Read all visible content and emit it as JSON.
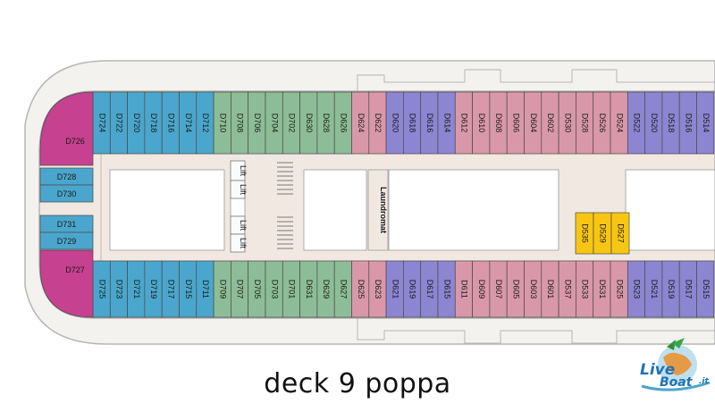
{
  "caption": "deck 9 poppa",
  "logo": {
    "text_live": "Live",
    "text_boat": "Boat",
    "text_it": ".it"
  },
  "labels": {
    "lift": "Lift",
    "laundromat": "Laundromat"
  },
  "colors": {
    "magenta": "#c6418f",
    "blue": "#4aa6cc",
    "green": "#8dbd96",
    "pink": "#d998a9",
    "purple": "#8c85d1",
    "yellow": "#f7c613",
    "corridor": "#f1e8e1",
    "hull": "#f3f2ef"
  },
  "cabins": {
    "top_row": [
      {
        "id": "D724",
        "c": "blue"
      },
      {
        "id": "D722",
        "c": "blue"
      },
      {
        "id": "D720",
        "c": "blue"
      },
      {
        "id": "D718",
        "c": "blue"
      },
      {
        "id": "D716",
        "c": "blue"
      },
      {
        "id": "D714",
        "c": "blue"
      },
      {
        "id": "D712",
        "c": "blue"
      },
      {
        "id": "D710",
        "c": "green"
      },
      {
        "id": "D708",
        "c": "green"
      },
      {
        "id": "D706",
        "c": "green"
      },
      {
        "id": "D704",
        "c": "green"
      },
      {
        "id": "D702",
        "c": "green"
      },
      {
        "id": "D630",
        "c": "green"
      },
      {
        "id": "D628",
        "c": "green"
      },
      {
        "id": "D626",
        "c": "green"
      },
      {
        "id": "D624",
        "c": "pink"
      },
      {
        "id": "D622",
        "c": "pink"
      },
      {
        "id": "D620",
        "c": "purple"
      },
      {
        "id": "D618",
        "c": "purple"
      },
      {
        "id": "D616",
        "c": "purple"
      },
      {
        "id": "D614",
        "c": "purple"
      },
      {
        "id": "D612",
        "c": "pink"
      },
      {
        "id": "D610",
        "c": "pink"
      },
      {
        "id": "D608",
        "c": "pink"
      },
      {
        "id": "D606",
        "c": "pink"
      },
      {
        "id": "D604",
        "c": "pink"
      },
      {
        "id": "D602",
        "c": "pink"
      },
      {
        "id": "D530",
        "c": "pink"
      },
      {
        "id": "D528",
        "c": "pink"
      },
      {
        "id": "D526",
        "c": "pink"
      },
      {
        "id": "D524",
        "c": "pink"
      },
      {
        "id": "D522",
        "c": "purple"
      },
      {
        "id": "D520",
        "c": "purple"
      },
      {
        "id": "D518",
        "c": "purple"
      },
      {
        "id": "D516",
        "c": "purple"
      },
      {
        "id": "D514",
        "c": "purple"
      }
    ],
    "bottom_row": [
      {
        "id": "D725",
        "c": "blue"
      },
      {
        "id": "D723",
        "c": "blue"
      },
      {
        "id": "D721",
        "c": "blue"
      },
      {
        "id": "D719",
        "c": "blue"
      },
      {
        "id": "D717",
        "c": "blue"
      },
      {
        "id": "D715",
        "c": "blue"
      },
      {
        "id": "D711",
        "c": "blue"
      },
      {
        "id": "D709",
        "c": "green"
      },
      {
        "id": "D707",
        "c": "green"
      },
      {
        "id": "D705",
        "c": "green"
      },
      {
        "id": "D703",
        "c": "green"
      },
      {
        "id": "D701",
        "c": "green"
      },
      {
        "id": "D631",
        "c": "green"
      },
      {
        "id": "D629",
        "c": "green"
      },
      {
        "id": "D627",
        "c": "green"
      },
      {
        "id": "D625",
        "c": "pink"
      },
      {
        "id": "D623",
        "c": "pink"
      },
      {
        "id": "D621",
        "c": "purple"
      },
      {
        "id": "D619",
        "c": "purple"
      },
      {
        "id": "D617",
        "c": "purple"
      },
      {
        "id": "D615",
        "c": "purple"
      },
      {
        "id": "D611",
        "c": "pink"
      },
      {
        "id": "D609",
        "c": "pink"
      },
      {
        "id": "D607",
        "c": "pink"
      },
      {
        "id": "D605",
        "c": "pink"
      },
      {
        "id": "D603",
        "c": "pink"
      },
      {
        "id": "D601",
        "c": "pink"
      },
      {
        "id": "D537",
        "c": "pink"
      },
      {
        "id": "D533",
        "c": "pink"
      },
      {
        "id": "D531",
        "c": "pink"
      },
      {
        "id": "D525",
        "c": "pink"
      },
      {
        "id": "D523",
        "c": "purple"
      },
      {
        "id": "D521",
        "c": "purple"
      },
      {
        "id": "D519",
        "c": "purple"
      },
      {
        "id": "D517",
        "c": "purple"
      },
      {
        "id": "D515",
        "c": "purple"
      }
    ],
    "stern_suites": [
      {
        "id": "D726",
        "c": "magenta"
      },
      {
        "id": "D727",
        "c": "magenta"
      }
    ],
    "stern_side": [
      {
        "id": "D728",
        "c": "blue"
      },
      {
        "id": "D730",
        "c": "blue"
      },
      {
        "id": "D731",
        "c": "blue"
      },
      {
        "id": "D729",
        "c": "blue"
      }
    ],
    "inner_block": [
      {
        "id": "D535",
        "c": "yellow"
      },
      {
        "id": "D529",
        "c": "yellow"
      },
      {
        "id": "D527",
        "c": "yellow"
      }
    ]
  }
}
